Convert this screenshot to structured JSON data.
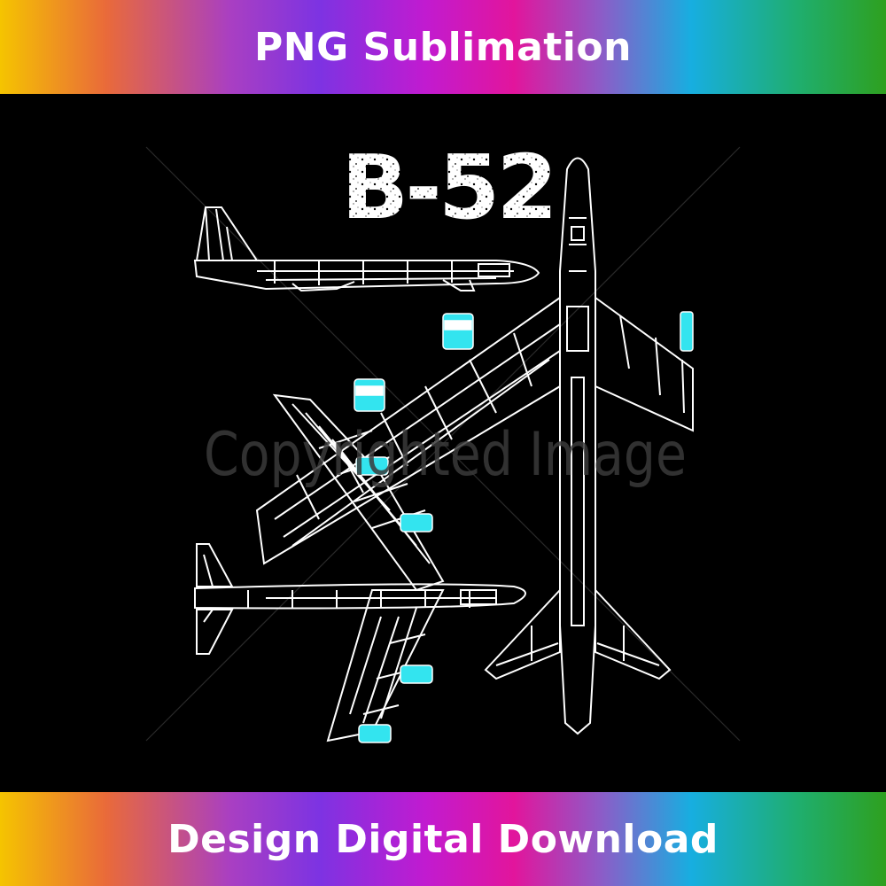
{
  "banners": {
    "top": "PNG Sublimation",
    "bottom": "Design Digital Download"
  },
  "artwork": {
    "title": "B-52",
    "watermark": "Copyrighted Image"
  },
  "colors": {
    "background": "#000000",
    "lines": "#ffffff",
    "engines": "#33e4ef",
    "watermark": "#3a3a3a"
  },
  "icons": [
    "b52-side-view-icon",
    "b52-top-view-icon",
    "b52-angled-view-icon",
    "b52-rear-view-icon"
  ]
}
